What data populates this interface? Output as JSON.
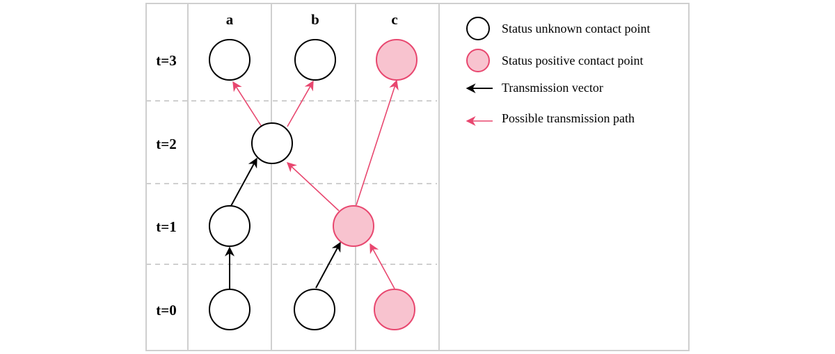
{
  "colors": {
    "frame": "#cfcfcf",
    "dashed": "#cfcfcf",
    "unknown_fill": "#ffffff",
    "unknown_stroke": "#000000",
    "positive_fill": "#f8c3cf",
    "positive_stroke": "#e8476f",
    "vector": "#000000",
    "possible_path": "#e8476f"
  },
  "columns": [
    "a",
    "b",
    "c"
  ],
  "rows": [
    "t=3",
    "t=2",
    "t=1",
    "t=0"
  ],
  "nodes": [
    {
      "id": "a3",
      "column": "a",
      "time": "t=3",
      "status": "unknown"
    },
    {
      "id": "b3",
      "column": "b",
      "time": "t=3",
      "status": "unknown"
    },
    {
      "id": "c3",
      "column": "c",
      "time": "t=3",
      "status": "positive"
    },
    {
      "id": "ab2",
      "column": "a-b",
      "time": "t=2",
      "status": "unknown"
    },
    {
      "id": "a1",
      "column": "a",
      "time": "t=1",
      "status": "unknown"
    },
    {
      "id": "bc1",
      "column": "b-c",
      "time": "t=1",
      "status": "positive"
    },
    {
      "id": "a0",
      "column": "a",
      "time": "t=0",
      "status": "unknown"
    },
    {
      "id": "b0",
      "column": "b",
      "time": "t=0",
      "status": "unknown"
    },
    {
      "id": "c0",
      "column": "c",
      "time": "t=0",
      "status": "positive"
    }
  ],
  "edges": [
    {
      "from": "a0",
      "to": "a1",
      "type": "vector"
    },
    {
      "from": "a1",
      "to": "ab2",
      "type": "vector"
    },
    {
      "from": "b0",
      "to": "bc1",
      "type": "vector"
    },
    {
      "from": "c0",
      "to": "bc1",
      "type": "possible"
    },
    {
      "from": "bc1",
      "to": "ab2",
      "type": "possible"
    },
    {
      "from": "bc1",
      "to": "c3",
      "type": "possible"
    },
    {
      "from": "ab2",
      "to": "a3",
      "type": "possible"
    },
    {
      "from": "ab2",
      "to": "b3",
      "type": "possible"
    }
  ],
  "legend": [
    {
      "marker": "unknown-circle",
      "label": "Status unknown contact point"
    },
    {
      "marker": "positive-circle",
      "label": "Status positive contact point"
    },
    {
      "marker": "vector-arrow",
      "label": "Transmission vector"
    },
    {
      "marker": "possible-arrow",
      "label": "Possible transmission path"
    }
  ]
}
